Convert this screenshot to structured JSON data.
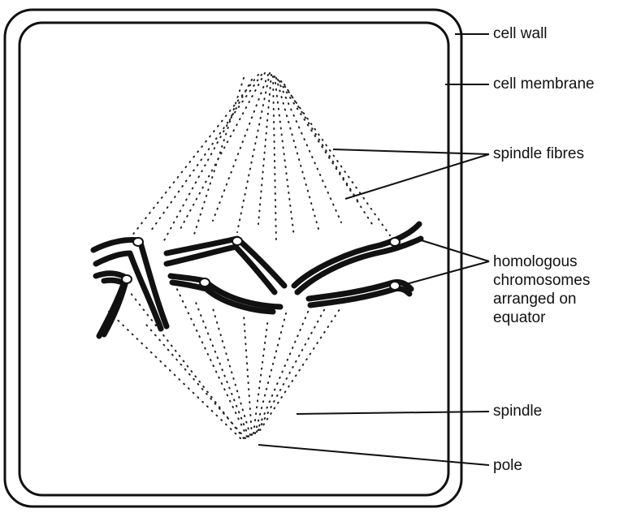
{
  "labels": {
    "cell_wall": "cell wall",
    "cell_membrane": "cell membrane",
    "spindle_fibres": "spindle fibres",
    "homologous_chromosomes": "homologous\nchromosomes\narranged on\nequator",
    "spindle": "spindle",
    "pole": "pole"
  },
  "colors": {
    "ink": "#111111",
    "background": "#ffffff",
    "centromere": "#ffffff"
  }
}
